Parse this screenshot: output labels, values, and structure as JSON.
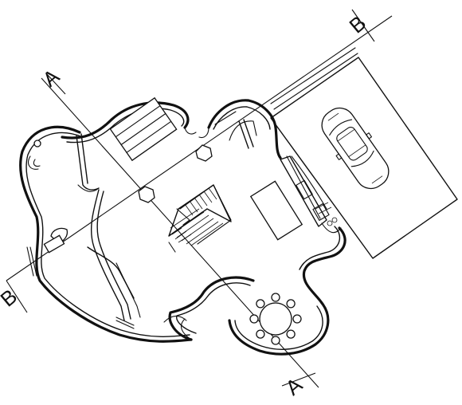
{
  "section_markers": {
    "a_top": "A",
    "a_bottom": "A",
    "b_top": "B",
    "b_bottom": "B"
  },
  "furniture": {
    "dining_chairs": 8
  }
}
